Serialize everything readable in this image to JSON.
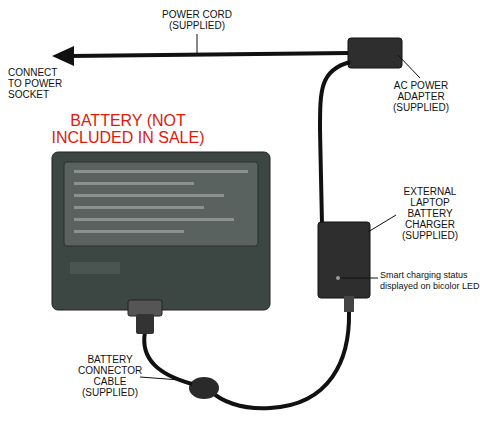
{
  "diagram": {
    "nodes": [
      {
        "text": [
          "BATTERY (NOT INCLUDED IN SALE)"
        ]
      }
    ],
    "labels": [
      "POWER CORD (SUPPLIED)",
      "CONNECT TO POWER SOCKET",
      "AC POWER ADAPTER (SUPPLIED)",
      "EXTERNAL LAPTOP BATTERY CHARGER (SUPPLIED)",
      "Smart charging status displayed on bicolor LED",
      "BATTERY CONNECTOR CABLE (SUPPLIED)"
    ]
  }
}
